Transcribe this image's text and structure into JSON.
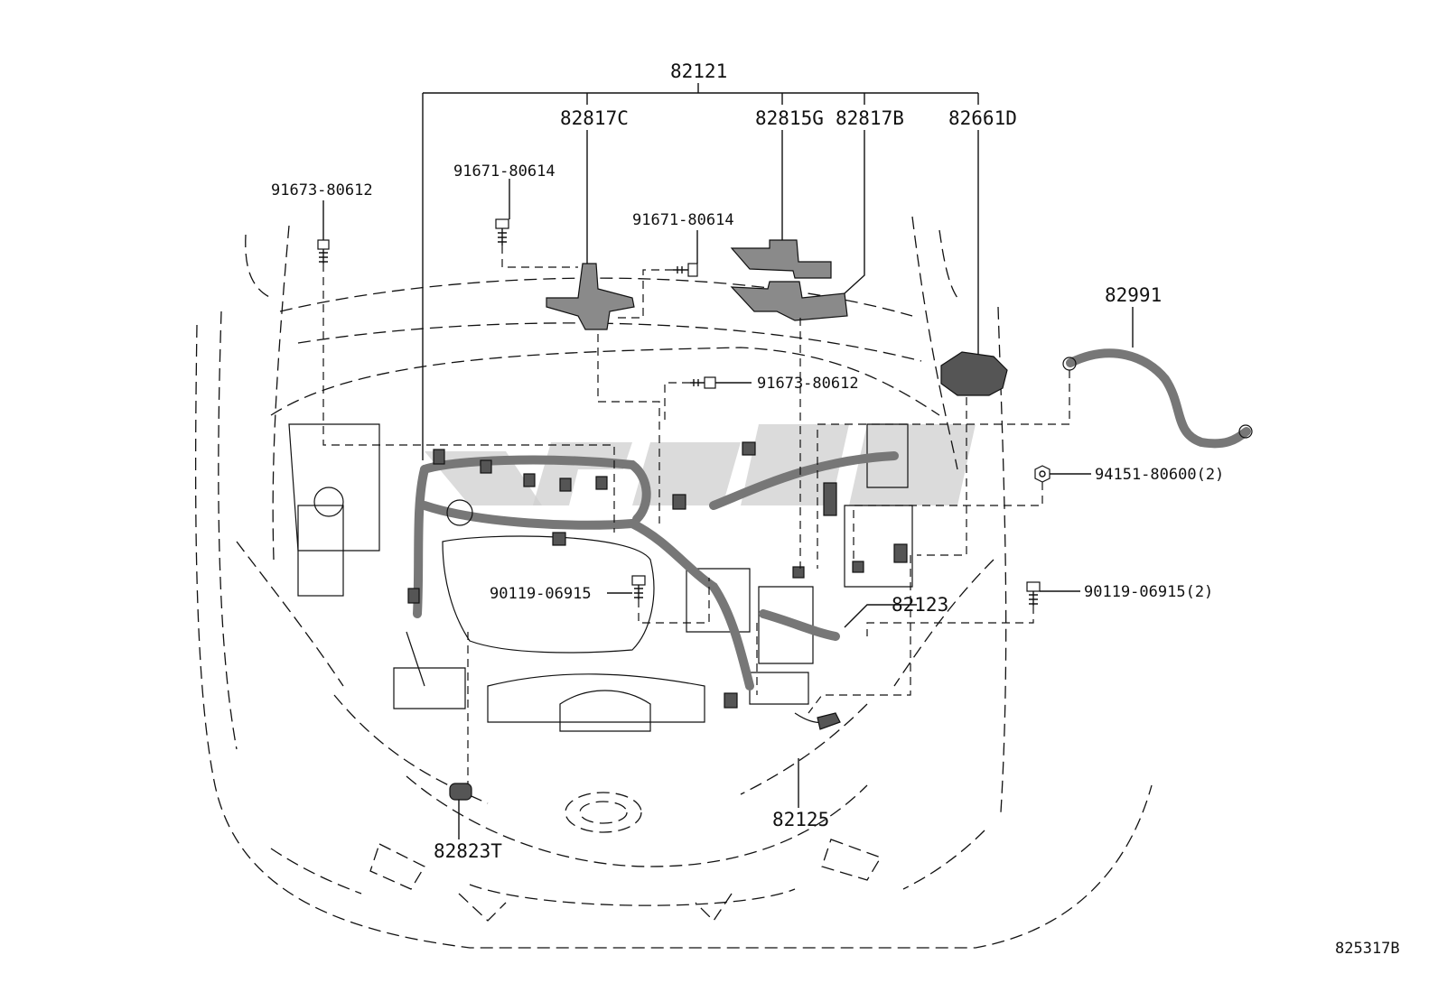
{
  "diagram": {
    "labels": {
      "harness_main": "82121",
      "bracket_c": "82817C",
      "protector_g": "82815G",
      "bracket_b": "82817B",
      "block_d": "82661D",
      "clip_left": "91673-80612",
      "bolt_a": "91671-80614",
      "bolt_b": "91671-80614",
      "clip_mid": "91673-80612",
      "ground_wire": "82991",
      "nut": "94151-80600(2)",
      "bolt_center": "90119-06915",
      "bolt_right": "90119-06915(2)",
      "harness_sub": "82123",
      "harness_front": "82125",
      "clamp_t": "82823T",
      "drawing_number": "825317B"
    }
  }
}
